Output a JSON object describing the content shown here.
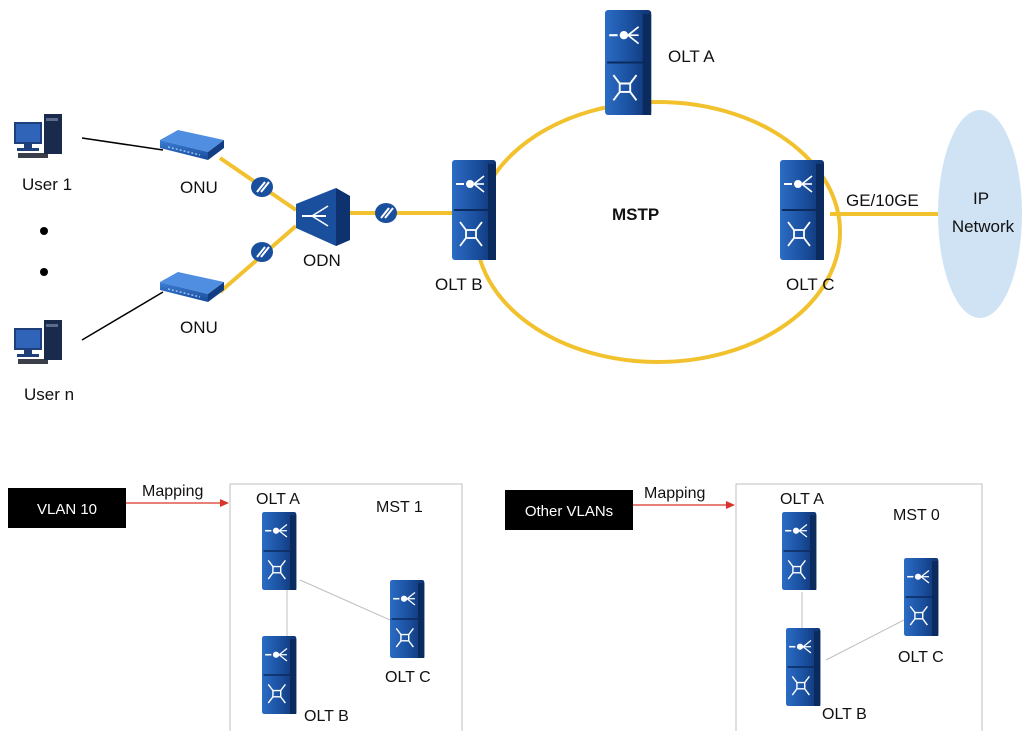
{
  "top": {
    "users": [
      "User 1",
      "User n"
    ],
    "onu_label": "ONU",
    "odn_label": "ODN",
    "ring_label": "MSTP",
    "olts": {
      "a": "OLT A",
      "b": "OLT B",
      "c": "OLT C"
    },
    "uplink_label": "GE/10GE",
    "cloud": {
      "line1": "IP",
      "line2": "Network"
    }
  },
  "bottom": {
    "left": {
      "vlan": "VLAN 10",
      "mapping": "Mapping",
      "mst": "MST 1",
      "olts": {
        "a": "OLT A",
        "b": "OLT B",
        "c": "OLT C"
      }
    },
    "right": {
      "vlan": "Other VLANs",
      "mapping": "Mapping",
      "mst": "MST 0",
      "olts": {
        "a": "OLT A",
        "b": "OLT B",
        "c": "OLT C"
      }
    }
  },
  "colors": {
    "fiber": "#f2c12e",
    "device_blue": "#1a4f9e",
    "cloud": "#cfe3f5",
    "arrow": "#d9342b",
    "vlan_tag": "#000000"
  },
  "icons": [
    "pc-icon",
    "onu-icon",
    "splitter-icon",
    "olt-icon",
    "optical-connector-icon",
    "cloud-icon"
  ]
}
